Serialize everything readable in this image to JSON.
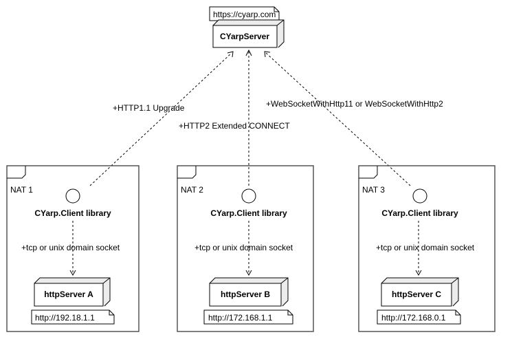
{
  "server": {
    "url_note": "https://cyarp.com",
    "name": "CYarpServer"
  },
  "connections": [
    {
      "label": "+HTTP1.1 Upgrade"
    },
    {
      "label": "+HTTP2 Extended CONNECT"
    },
    {
      "label": "+WebSocketWithHttp11 or WebSocketWithHttp2"
    }
  ],
  "nats": [
    {
      "title": "NAT 1",
      "client_label": "CYarp.Client library",
      "link_label": "+tcp or unix domain socket",
      "http_server": "httpServer A",
      "address": "http://192.18.1.1"
    },
    {
      "title": "NAT 2",
      "client_label": "CYarp.Client library",
      "link_label": "+tcp or unix domain socket",
      "http_server": "httpServer B",
      "address": "http://172.168.1.1"
    },
    {
      "title": "NAT 3",
      "client_label": "CYarp.Client library",
      "link_label": "+tcp or unix domain socket",
      "http_server": "httpServer C",
      "address": "http://172.168.0.1"
    }
  ]
}
